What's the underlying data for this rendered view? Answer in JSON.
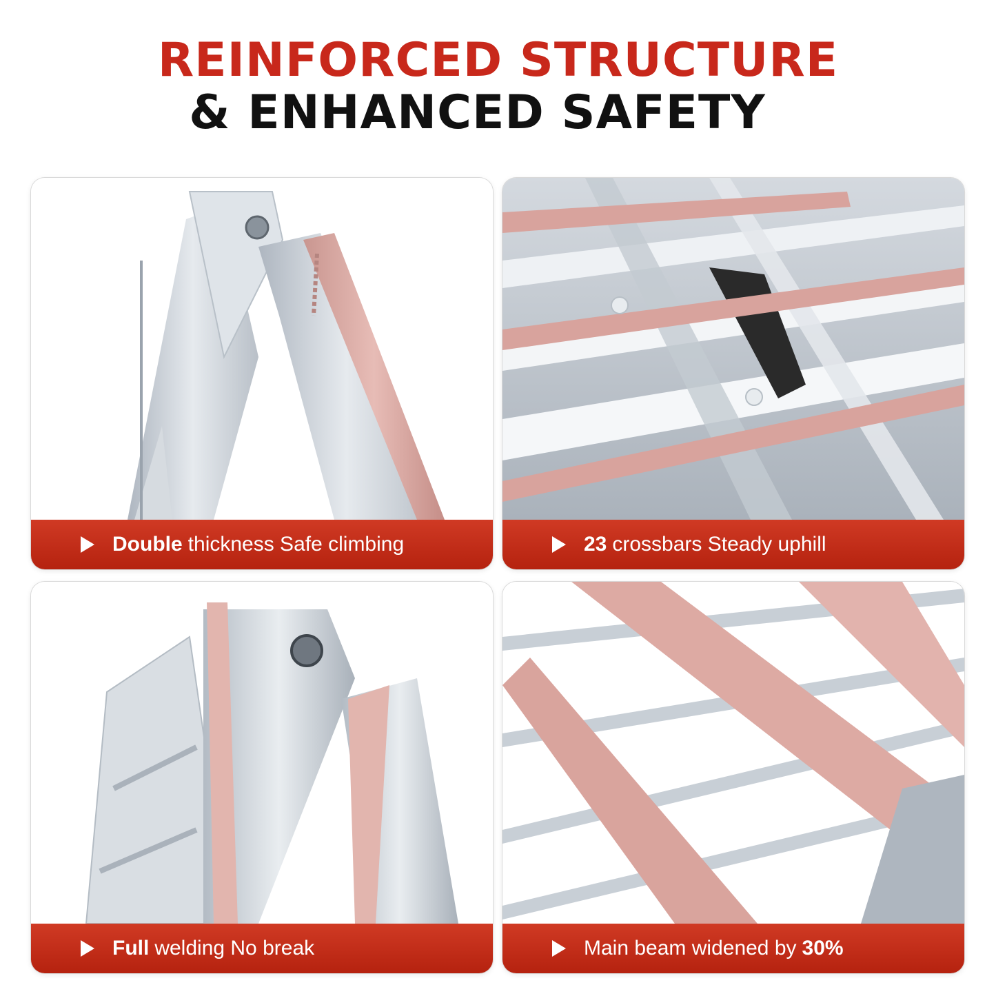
{
  "header": {
    "line1": "REINFORCED STRUCTURE",
    "line2": "& ENHANCED SAFETY"
  },
  "colors": {
    "accent_red": "#c8281b",
    "caption_red": "#c02a17",
    "aluminum": "#c9cfd6",
    "weld_pink": "#d9a9a3"
  },
  "cards": [
    {
      "image": "folding-hinge-closeup",
      "bold": "Double",
      "text": "thickness Safe climbing"
    },
    {
      "image": "crossbars-closeup",
      "bold": "23",
      "text": "crossbars Steady uphill"
    },
    {
      "image": "welded-hinge-closeup",
      "bold": "Full",
      "text": "welding No break"
    },
    {
      "image": "main-beam-closeup",
      "text": "Main beam widened by",
      "bold": "30%"
    }
  ]
}
